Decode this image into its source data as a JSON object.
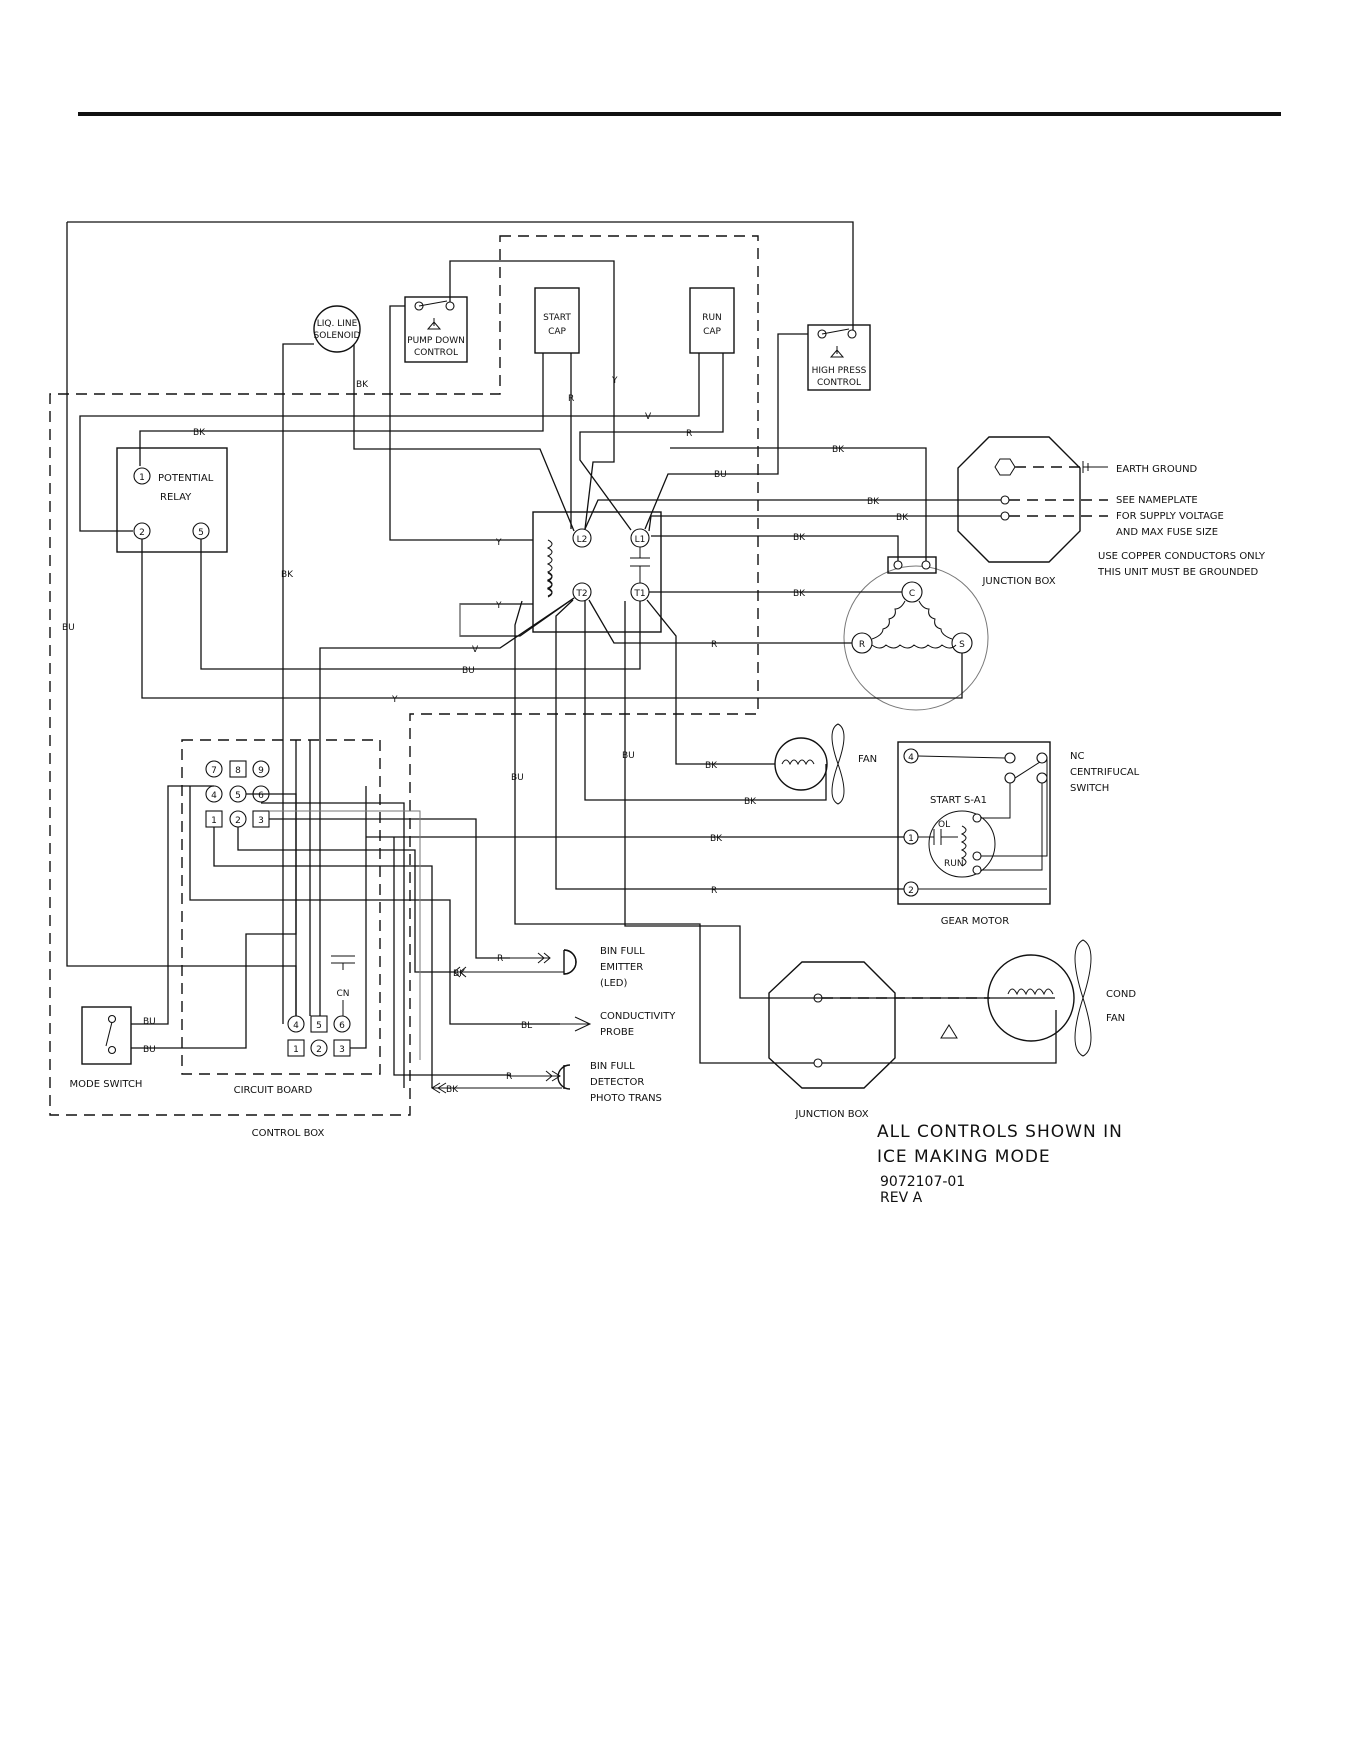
{
  "components": {
    "liq_line_solenoid": [
      "LIQ. LINE",
      "SOLENOID"
    ],
    "pump_down_control": [
      "PUMP DOWN",
      "CONTROL"
    ],
    "start_cap": [
      "START",
      "CAP"
    ],
    "run_cap": [
      "RUN",
      "CAP"
    ],
    "high_press_control": [
      "HIGH PRESS",
      "CONTROL"
    ],
    "potential_relay": [
      "POTENTIAL",
      "RELAY"
    ],
    "junction_box_top": "JUNCTION BOX",
    "junction_box_bottom": "JUNCTION BOX",
    "fan": "FAN",
    "cond_fan": [
      "COND",
      "FAN"
    ],
    "gear_motor": "GEAR MOTOR",
    "nc_centrifugal_switch": [
      "NC",
      "CENTRIFUCAL",
      "SWITCH"
    ],
    "start_s_a1": "START  S-A1",
    "ol": "OL",
    "run": "RUN",
    "circuit_board": "CIRCUIT BOARD",
    "control_box": "CONTROL BOX",
    "mode_switch": "MODE SWITCH",
    "cn": "CN",
    "bin_full_emitter": [
      "BIN  FULL",
      "EMITTER",
      "(LED)"
    ],
    "conductivity_probe": [
      "CONDUCTIVITY",
      "PROBE"
    ],
    "bin_full_detector": [
      "BIN  FULL",
      "DETECTOR",
      "PHOTO TRANS"
    ]
  },
  "terminals": {
    "relay": [
      "1",
      "2",
      "5"
    ],
    "contactor": [
      "L2",
      "L1",
      "T2",
      "T1"
    ],
    "compressor": [
      "C",
      "R",
      "S"
    ],
    "gear_motor": [
      "4",
      "1",
      "2"
    ],
    "board_top": [
      "7",
      "8",
      "9",
      "4",
      "5",
      "6",
      "1",
      "2",
      "3"
    ],
    "board_bottom": [
      "4",
      "5",
      "6",
      "1",
      "2",
      "3"
    ]
  },
  "wire_colors": {
    "BK": "BK",
    "R": "R",
    "Y": "Y",
    "V": "V",
    "BU": "BU",
    "BL": "BL"
  },
  "supply_notes": {
    "earth_ground": "EARTH  GROUND",
    "lines": [
      "SEE  NAMEPLATE",
      "FOR  SUPPLY  VOLTAGE",
      "AND  MAX  FUSE  SIZE"
    ],
    "copper": "USE  COPPER  CONDUCTORS  ONLY",
    "grounded": "THIS  UNIT  MUST  BE  GROUNDED"
  },
  "footer": {
    "line1": "ALL  CONTROLS  SHOWN  IN",
    "line2": "ICE  MAKING  MODE",
    "part_no": "9072107-01",
    "rev": "REV  A"
  }
}
